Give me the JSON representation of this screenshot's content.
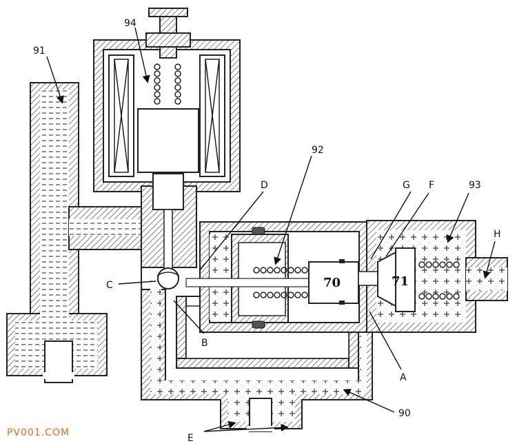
{
  "labels": {
    "l91": "91",
    "l94": "94",
    "l92": "92",
    "l93": "93",
    "lD": "D",
    "lG": "G",
    "lF": "F",
    "lH": "H",
    "lC": "C",
    "lB": "B",
    "lA": "A",
    "lE": "E",
    "l90": "90",
    "b70": "70",
    "b71": "71"
  },
  "watermark": "PV001.COM",
  "colors": {
    "line": "#222222",
    "watermark": "#e06a1b"
  }
}
